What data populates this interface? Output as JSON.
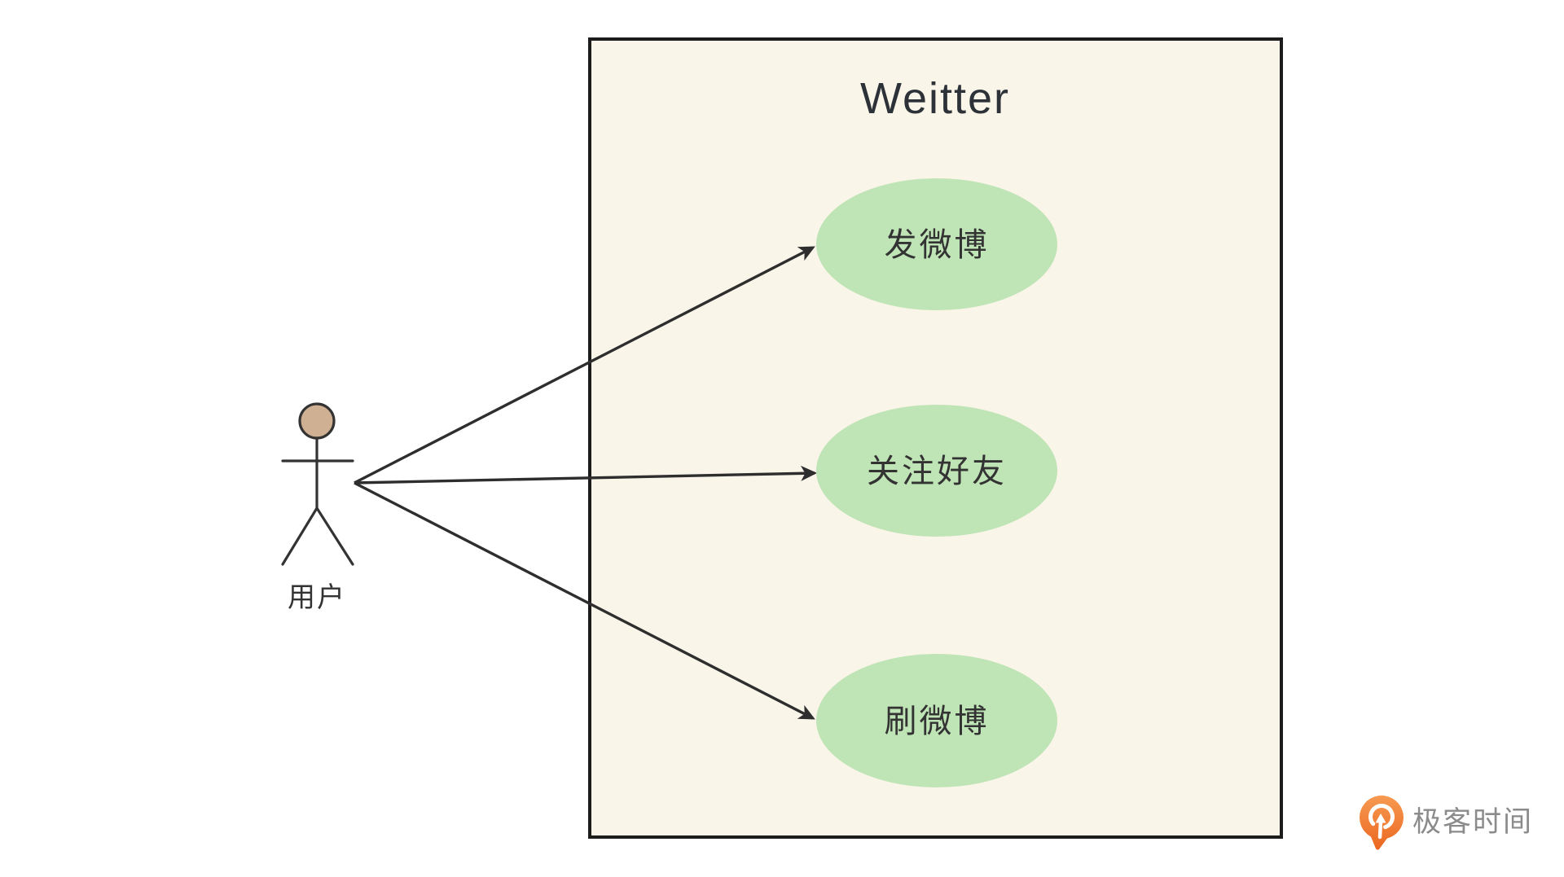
{
  "diagram": {
    "type": "uml-use-case-diagram",
    "system": {
      "title": "Weitter"
    },
    "actor": {
      "label": "用户"
    },
    "use_cases": [
      {
        "label": "发微博"
      },
      {
        "label": "关注好友"
      },
      {
        "label": "刷微博"
      }
    ],
    "associations": [
      {
        "from": "用户",
        "to": "发微博"
      },
      {
        "from": "用户",
        "to": "关注好友"
      },
      {
        "from": "用户",
        "to": "刷微博"
      }
    ],
    "colors": {
      "page_bg": "#ffffff",
      "system_fill": "#faf5e9",
      "system_border": "#1c1c1c",
      "usecase_fill": "#bfe4b5",
      "actor_head_fill": "#cfb092",
      "line_color": "#2e2e2e",
      "title_color": "#2d3138",
      "label_color": "#333333",
      "logo_orange": "#f0762e",
      "logo_text_color": "#8b8b8b"
    }
  },
  "watermark": {
    "brand": "极客时间"
  }
}
